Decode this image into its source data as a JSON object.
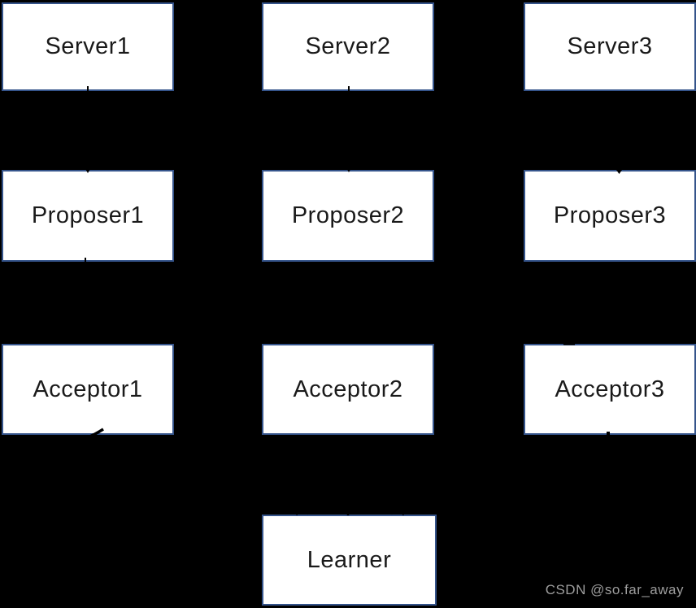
{
  "diagram": {
    "title": "paxos-roles-architecture",
    "nodes": [
      {
        "id": "server1",
        "label": "Server1"
      },
      {
        "id": "server2",
        "label": "Server2"
      },
      {
        "id": "server3",
        "label": "Server3"
      },
      {
        "id": "proposer1",
        "label": "Proposer1"
      },
      {
        "id": "proposer2",
        "label": "Proposer2"
      },
      {
        "id": "proposer3",
        "label": "Proposer3"
      },
      {
        "id": "acceptor1",
        "label": "Acceptor1"
      },
      {
        "id": "acceptor2",
        "label": "Acceptor2"
      },
      {
        "id": "acceptor3",
        "label": "Acceptor3"
      },
      {
        "id": "learner",
        "label": "Learner"
      }
    ],
    "colors": {
      "background": "#000000",
      "node_fill": "#ffffff",
      "node_border": "#35548b",
      "node_text": "#1a1a1a",
      "watermark_text": "#9e9e9e",
      "arrow_fragments": "#000000"
    }
  },
  "watermark": {
    "text": "CSDN @so.far_away"
  }
}
